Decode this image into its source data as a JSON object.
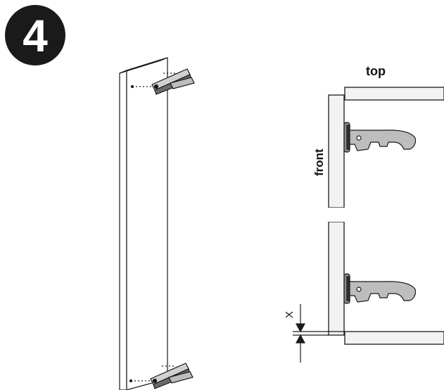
{
  "step": {
    "number": "4"
  },
  "labels": {
    "top": "top",
    "front": "front",
    "x": "X"
  },
  "colors": {
    "ink": "#1a1a1a",
    "panel_fill": "#f2f2f2",
    "hinge_gray": "#bdbdbd",
    "badge": "#1a1a1a",
    "badge_text": "#ffffff"
  }
}
